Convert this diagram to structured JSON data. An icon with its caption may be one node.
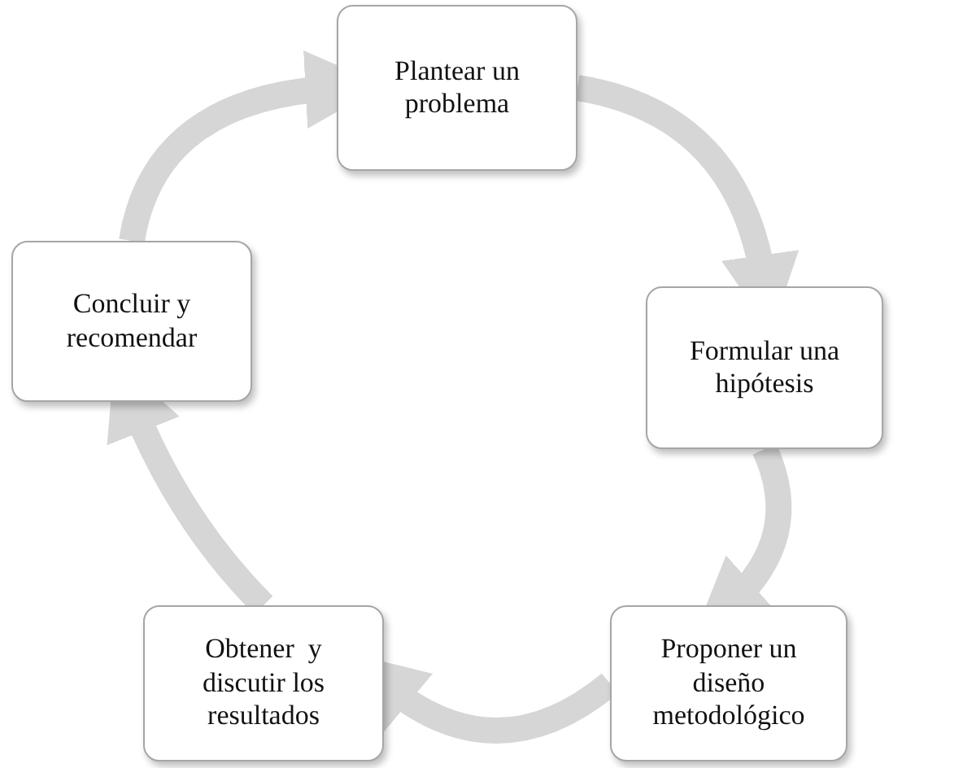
{
  "diagram": {
    "nodes": [
      {
        "text": [
          "Plantear un problema"
        ]
      },
      {
        "text": [
          "Formular una hipótesis"
        ]
      },
      {
        "text": [
          "Proponer un diseño metodológico"
        ]
      },
      {
        "text": [
          "Obtener  y discutir los resultados"
        ]
      },
      {
        "text": [
          "Concluir y recomendar"
        ]
      }
    ],
    "edges": [
      {
        "from": 0,
        "to": 1,
        "arrow": "to"
      },
      {
        "from": 1,
        "to": 2,
        "arrow": "to"
      },
      {
        "from": 2,
        "to": 3,
        "arrow": "to"
      },
      {
        "from": 3,
        "to": 4,
        "arrow": "to"
      },
      {
        "from": 4,
        "to": 0,
        "arrow": "to"
      }
    ]
  }
}
